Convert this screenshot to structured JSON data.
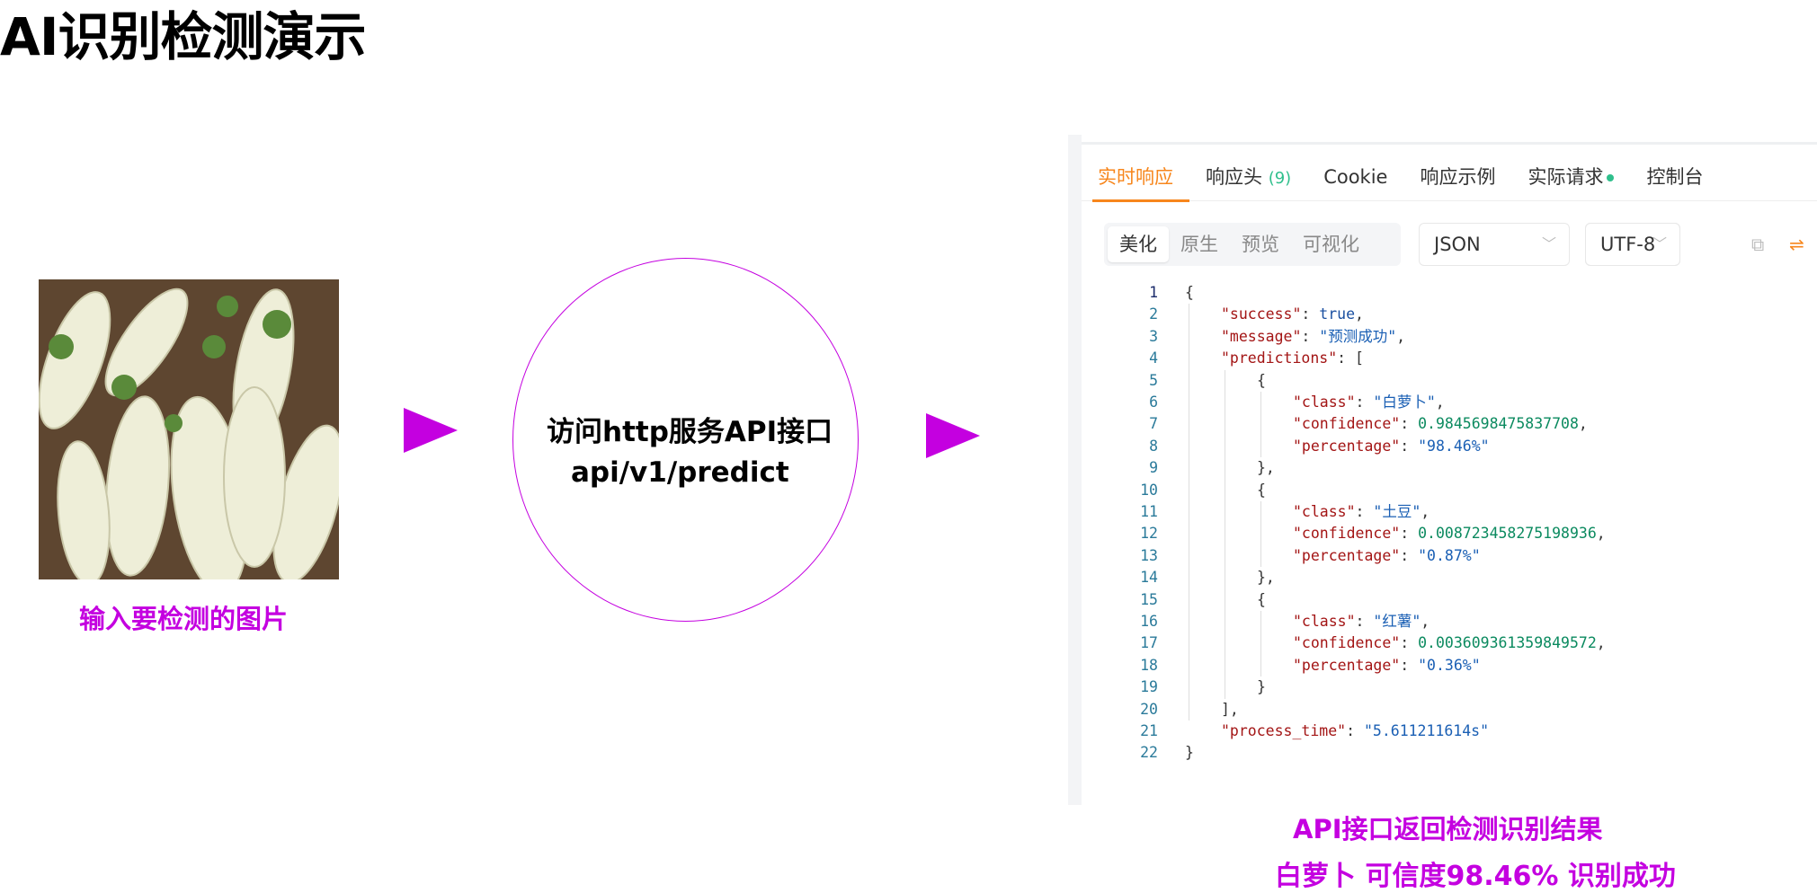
{
  "title": "AI识别检测演示",
  "input_caption": "输入要检测的图片",
  "service": {
    "line1": "访问http服务API接口",
    "line2": "api/v1/predict"
  },
  "result_caption": {
    "line1": "API接口返回检测识别结果",
    "line2": "白萝卜 可信度98.46% 识别成功"
  },
  "panel": {
    "tabs": [
      {
        "label": "实时响应"
      },
      {
        "label": "响应头",
        "count": "(9)"
      },
      {
        "label": "Cookie"
      },
      {
        "label": "响应示例"
      },
      {
        "label": "实际请求"
      },
      {
        "label": "控制台"
      }
    ],
    "view_modes": [
      "美化",
      "原生",
      "预览",
      "可视化"
    ],
    "format": "JSON",
    "encoding": "UTF-8",
    "line_numbers": [
      "1",
      "2",
      "3",
      "4",
      "5",
      "6",
      "7",
      "8",
      "9",
      "10",
      "11",
      "12",
      "13",
      "14",
      "15",
      "16",
      "17",
      "18",
      "19",
      "20",
      "21",
      "22"
    ],
    "response": {
      "success": "true",
      "message": "\"预测成功\"",
      "predictions": [
        {
          "class": "\"白萝卜\"",
          "confidence": "0.9845698475837708",
          "percentage": "\"98.46%\""
        },
        {
          "class": "\"土豆\"",
          "confidence": "0.008723458275198936",
          "percentage": "\"0.87%\""
        },
        {
          "class": "\"红薯\"",
          "confidence": "0.003609361359849572",
          "percentage": "\"0.36%\""
        }
      ],
      "process_time": "\"5.611211614s\""
    },
    "colors": {
      "accent": "#f7861c",
      "success_dot": "#2fbf8c"
    }
  }
}
